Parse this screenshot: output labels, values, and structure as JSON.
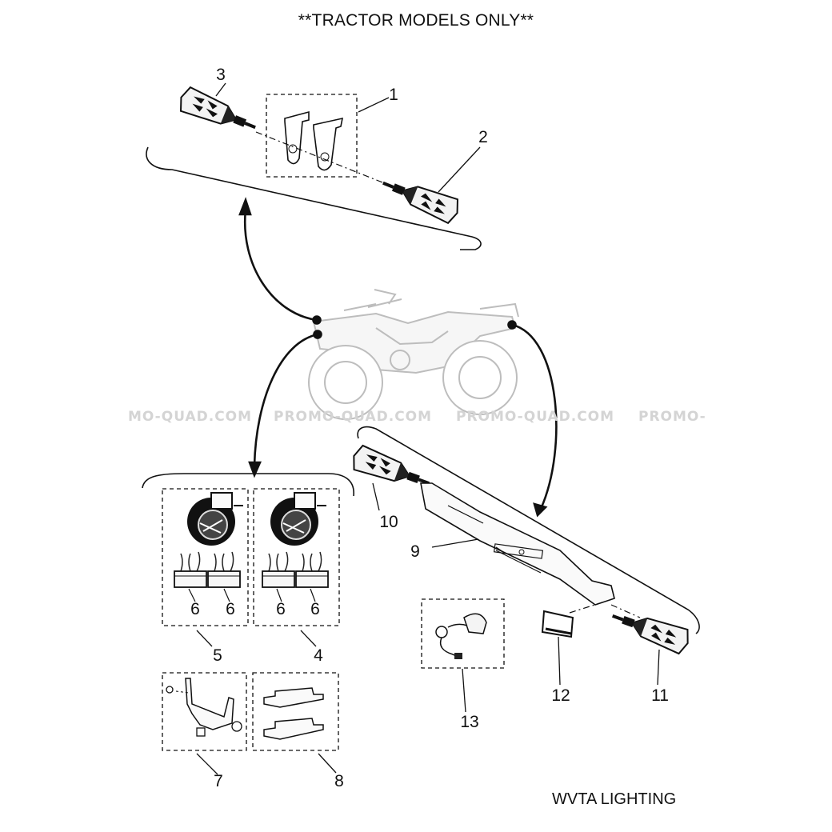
{
  "header": {
    "title": "**TRACTOR MODELS ONLY**"
  },
  "footer": {
    "caption": "WVTA LIGHTING"
  },
  "watermark": {
    "segments": [
      "MO-QUAD.COM",
      "PROMO-QUAD.COM",
      "PROMO-QUAD.COM",
      "PROMO-"
    ]
  },
  "callouts": [
    "1",
    "2",
    "3",
    "4",
    "5",
    "6",
    "6",
    "6",
    "6",
    "7",
    "8",
    "9",
    "10",
    "11",
    "12",
    "13"
  ]
}
